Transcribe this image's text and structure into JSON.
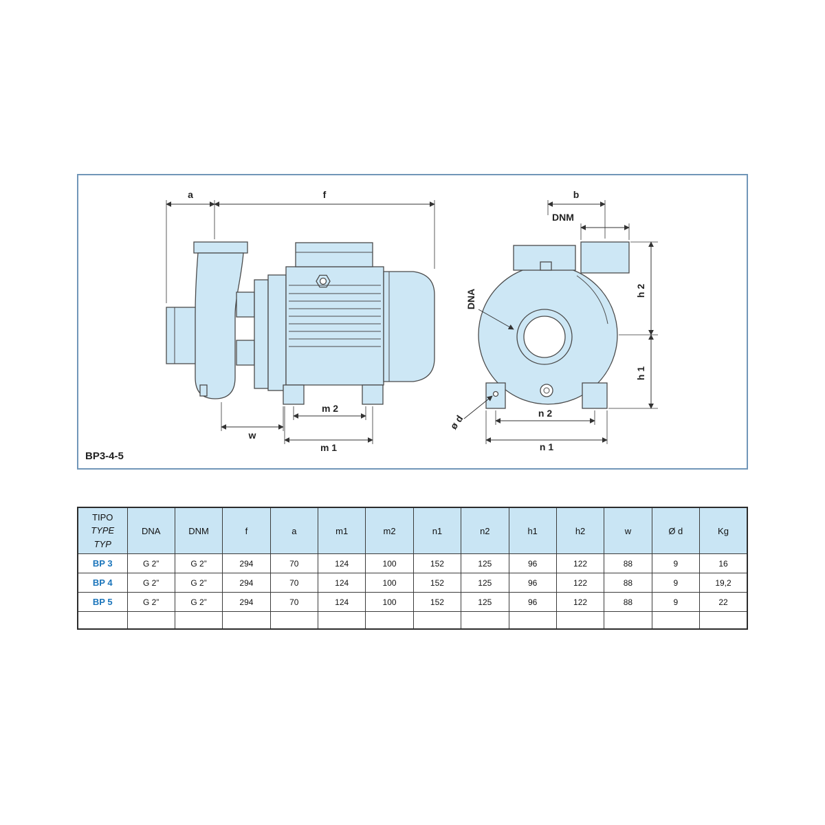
{
  "drawing": {
    "model": "BP3-4-5",
    "labels": {
      "a": "a",
      "f": "f",
      "w": "w",
      "m2": "m 2",
      "m1": "m 1",
      "b": "b",
      "dnm": "DNM",
      "dna": "DNA",
      "h2": "h 2",
      "h1": "h 1",
      "od": "ø d",
      "n2": "n 2",
      "n1": "n 1"
    }
  },
  "table": {
    "type_header": [
      "TIPO",
      "TYPE",
      "TYP"
    ],
    "columns": [
      "DNA",
      "DNM",
      "f",
      "a",
      "m1",
      "m2",
      "n1",
      "n2",
      "h1",
      "h2",
      "w",
      "Ø d",
      "Kg"
    ],
    "rows": [
      {
        "type": "BP 3",
        "values": [
          "G 2”",
          "G 2”",
          "294",
          "70",
          "124",
          "100",
          "152",
          "125",
          "96",
          "122",
          "88",
          "9",
          "16"
        ]
      },
      {
        "type": "BP 4",
        "values": [
          "G 2”",
          "G 2”",
          "294",
          "70",
          "124",
          "100",
          "152",
          "125",
          "96",
          "122",
          "88",
          "9",
          "19,2"
        ]
      },
      {
        "type": "BP 5",
        "values": [
          "G 2”",
          "G 2”",
          "294",
          "70",
          "124",
          "100",
          "152",
          "125",
          "96",
          "122",
          "88",
          "9",
          "22"
        ]
      }
    ]
  },
  "colors": {
    "pump_fill": "#cde7f5",
    "outline": "#4a4a4a",
    "frame_border": "#7096b8",
    "header_bg": "#c9e5f4",
    "type_blue": "#1b75bb"
  }
}
